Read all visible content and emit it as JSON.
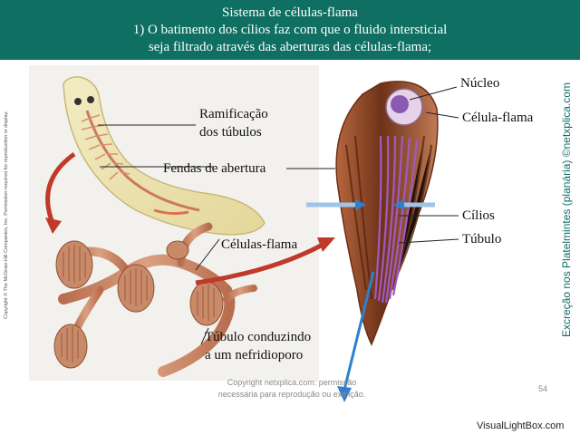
{
  "header": {
    "title": "Sistema de células-flama",
    "line2": "1)   O batimento dos cílios faz com que o fluido intersticial",
    "line3": "seja filtrado através das aberturas das células-flama;"
  },
  "labels": {
    "ramificacao_1": "Ramificação",
    "ramificacao_2": "dos túbulos",
    "fendas": "Fendas de abertura",
    "celulas_flama": "Células-flama",
    "tubulo_cond_1": "Túbulo conduzindo",
    "tubulo_cond_2": "a um nefridioporo",
    "nucleo": "Núcleo",
    "celula_flama": "Célula-flama",
    "cilios": "Cílios",
    "tubulo": "Túbulo"
  },
  "side_copyright": "Copyright © The McGraw-Hill Companies, Inc. Permission required for reproduction or display.",
  "side_title": "Excreção nos Platelmintes (planária) ©netxplica.com",
  "footer": {
    "line1": "Copyright netxplica.com: permissão",
    "line2": "necessária para reprodução ou exibição."
  },
  "page_number": "54",
  "watermark": "VisualLightBox.com",
  "colors": {
    "header_bg": "#0e6f62",
    "side_title": "#0e6f62",
    "tissue": "#c98a6a",
    "flame_tissue": "#9a5234",
    "cilia": "#a05ac0",
    "arrow": "#c0392b",
    "flow_arrow": "#2f7fcf"
  }
}
